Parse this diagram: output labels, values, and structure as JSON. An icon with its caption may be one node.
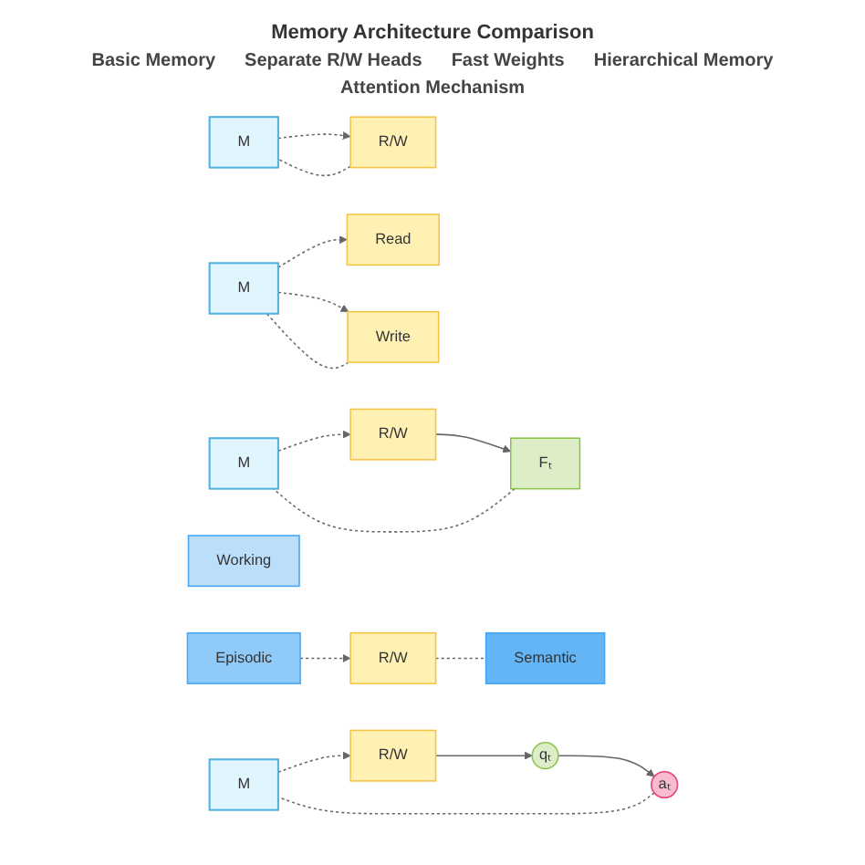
{
  "diagram": {
    "title": "Memory Architecture Comparison",
    "nodes": [
      {
        "text": [
          "M"
        ]
      },
      {
        "text": [
          "R/W"
        ]
      },
      {
        "text": [
          "M"
        ]
      },
      {
        "text": [
          "Read"
        ]
      },
      {
        "text": [
          "Write"
        ]
      },
      {
        "text": [
          "M"
        ]
      },
      {
        "text": [
          "R/W"
        ]
      },
      {
        "text": [
          "Fₜ"
        ]
      },
      {
        "text": [
          "Working"
        ]
      },
      {
        "text": [
          "Episodic"
        ]
      },
      {
        "text": [
          "Semantic"
        ]
      },
      {
        "text": [
          "R/W"
        ]
      },
      {
        "text": [
          "M"
        ]
      },
      {
        "text": [
          "R/W"
        ]
      },
      {
        "text": [
          "qₜ"
        ]
      },
      {
        "text": [
          "aₜ"
        ]
      }
    ],
    "edges": [
      {
        "from": 0,
        "to": 1,
        "arrow": "to",
        "style": "dashed"
      },
      {
        "from": 1,
        "to": 0,
        "arrow": "none",
        "style": "dashed"
      },
      {
        "from": 2,
        "to": 3,
        "arrow": "to",
        "style": "dashed"
      },
      {
        "from": 2,
        "to": 4,
        "arrow": "to",
        "style": "dashed"
      },
      {
        "from": 4,
        "to": 2,
        "arrow": "none",
        "style": "dashed"
      },
      {
        "from": 5,
        "to": 6,
        "arrow": "to",
        "style": "dashed"
      },
      {
        "from": 6,
        "to": 7,
        "arrow": "to"
      },
      {
        "from": 7,
        "to": 5,
        "arrow": "none",
        "style": "dashed"
      },
      {
        "from": 9,
        "to": 11,
        "arrow": "to",
        "style": "dashed"
      },
      {
        "from": 11,
        "to": 10,
        "arrow": "none",
        "style": "dashed"
      },
      {
        "from": 12,
        "to": 13,
        "arrow": "to",
        "style": "dashed"
      },
      {
        "from": 13,
        "to": 14,
        "arrow": "to"
      },
      {
        "from": 14,
        "to": 15,
        "arrow": "to"
      },
      {
        "from": 15,
        "to": 12,
        "arrow": "none",
        "style": "dashed"
      }
    ],
    "labels": [
      "Basic Memory",
      "Separate R/W Heads",
      "Fast Weights",
      "Hierarchical Memory",
      "Attention Mechanism"
    ]
  }
}
